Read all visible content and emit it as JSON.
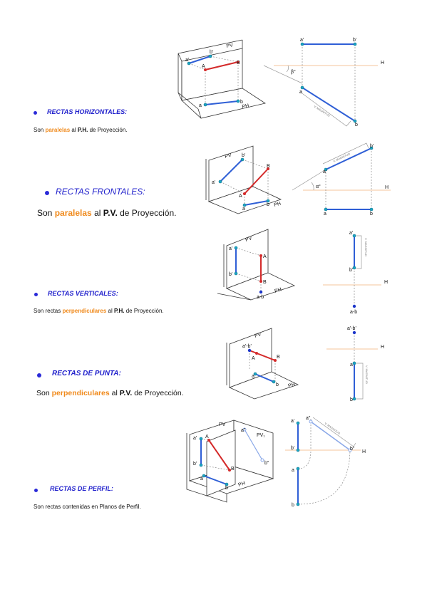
{
  "sections": [
    {
      "title": "RECTAS HORIZONTALES",
      "pre": "Son ",
      "highlight": "paralelas",
      "mid": " al ",
      "plane": "P.H.",
      "post": " de Proyección."
    },
    {
      "title": "RECTAS FRONTALES",
      "pre": "Son ",
      "highlight": "paralelas",
      "mid": " al ",
      "plane": "P.V.",
      "post": " de Proyección."
    },
    {
      "title": "RECTAS VERTICALES",
      "pre": "Son  rectas ",
      "highlight": "perpendiculares",
      "mid": " al ",
      "plane": "P.H.",
      "post": " de Proyección."
    },
    {
      "title": "RECTAS DE PUNTA",
      "pre": "Son ",
      "highlight": "perpendiculares",
      "mid": " al ",
      "plane": "P.V.",
      "post": " de Proyección."
    },
    {
      "title": "RECTAS DE PERFIL",
      "text": "Son rectas contenidas en Planos de Perfil."
    }
  ],
  "labels": {
    "pv": "PV",
    "ph": "PH",
    "pv1": "PV₁",
    "h": "H",
    "a": "a",
    "b": "b",
    "a1": "a'",
    "b1": "b'",
    "a2": "a\"",
    "b2": "b\"",
    "A": "A",
    "B": "B",
    "ab": "a-b",
    "a1b1": "a'-b'",
    "beta": "β°",
    "alpha": "α°",
    "vm": "V. MAGNITUD"
  },
  "colors": {
    "title": "#2222cc",
    "highlight": "#f08a1c",
    "line": "#2f5fd6",
    "space": "#d42a2a",
    "ref": "#f3b07a",
    "point": "#1aa6c6"
  }
}
